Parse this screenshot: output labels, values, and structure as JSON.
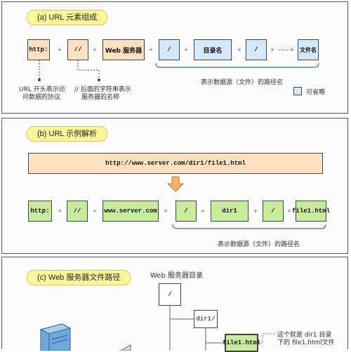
{
  "panel_a": {
    "title": "(a)   URL 元素组成",
    "boxes": [
      "http:",
      "//",
      "Web 服务器",
      "/",
      "目录名",
      "/",
      "文件名"
    ],
    "plus": "+",
    "dots": "……",
    "protocol_note": [
      "URL 开头表示访",
      "问数据的协议"
    ],
    "server_note": [
      "// 后面的字符串表示",
      "服务器的名称"
    ],
    "path_label": "表示数据源（文件）的路径名",
    "legend": "可省略"
  },
  "panel_b": {
    "title": "(b)   URL 示例解析",
    "url": "http://www.server.com/dir1/file1.html",
    "boxes": [
      "http:",
      "//",
      "www.server.com",
      "/",
      "dir1",
      "/",
      "file1.html"
    ],
    "plus": "+",
    "path_label": "表示数据源（文件）的路径名"
  },
  "panel_c": {
    "title": "(c)   Web 服务器文件路径",
    "root_label": "Web 服务器目录",
    "root": "/",
    "dir": "dir1/",
    "file": "file1.html",
    "note": [
      "这个就是 dir1 目录",
      "下的 file1.html文件"
    ]
  }
}
